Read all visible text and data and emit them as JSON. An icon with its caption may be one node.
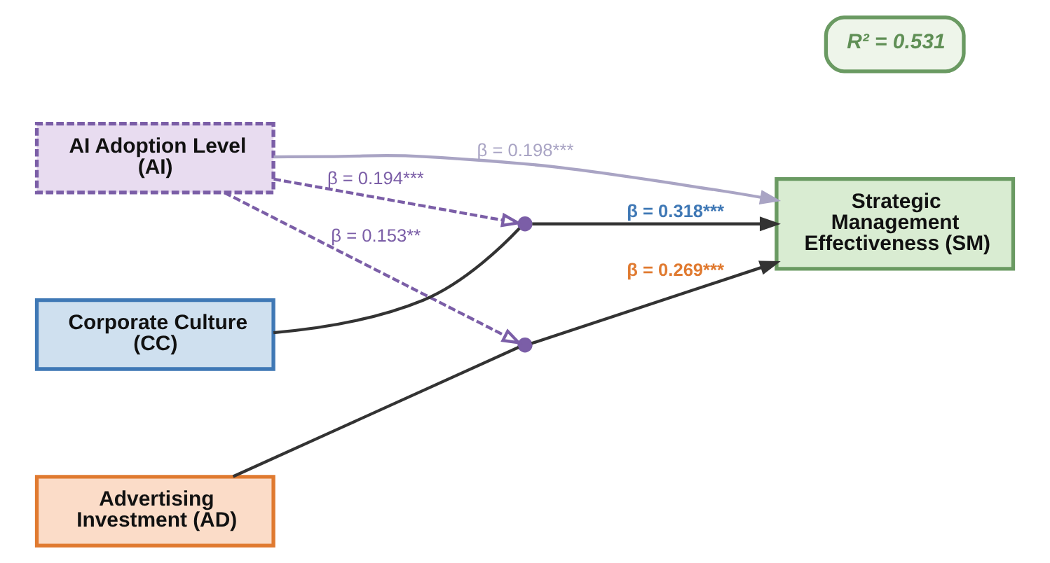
{
  "diagram": {
    "nodes": [
      {
        "text": [
          "AI Adoption Level (AI)"
        ]
      },
      {
        "text": [
          "Corporate Culture (CC)"
        ]
      },
      {
        "text": [
          "Strategic Management Effectiveness (SM)"
        ]
      },
      {
        "text": [
          "R² = 0.531"
        ]
      },
      {
        "text": [
          "Advertising Investment (AD)"
        ]
      },
      {
        "text": [],
        "shape": "circle"
      },
      {
        "text": [],
        "shape": "circle"
      }
    ],
    "edges": [
      {
        "from": 0,
        "to": 2,
        "arrow": "to",
        "label": "β = 0.198***",
        "color": "#a9a4c4"
      },
      {
        "from": 0,
        "to": 5,
        "arrow": "to",
        "label": "β = 0.194***",
        "style": "dashed",
        "color": "#7b5ea7"
      },
      {
        "from": 0,
        "to": 6,
        "arrow": "to",
        "label": "β = 0.153**",
        "style": "dashed",
        "color": "#7b5ea7"
      },
      {
        "from": 1,
        "to": 5,
        "arrow": "none"
      },
      {
        "from": 5,
        "to": 2,
        "arrow": "to",
        "label": "β = 0.318***"
      },
      {
        "from": 4,
        "to": 6,
        "arrow": "none"
      },
      {
        "from": 6,
        "to": 2,
        "arrow": "to",
        "label": "β = 0.269***"
      }
    ]
  }
}
